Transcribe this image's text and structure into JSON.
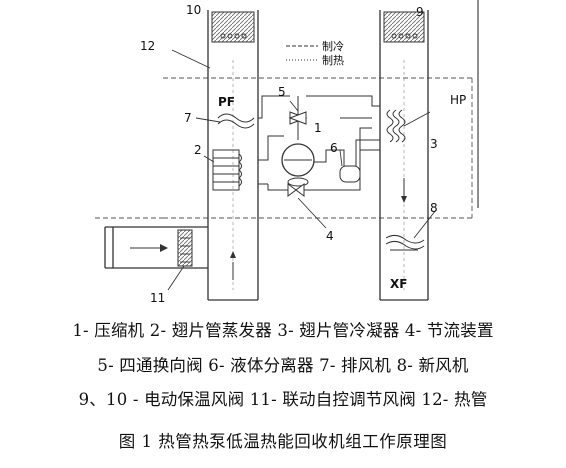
{
  "diagram": {
    "labels": {
      "n1": "1",
      "n2": "2",
      "n3": "3",
      "n4": "4",
      "n5": "5",
      "n6": "6",
      "n7": "7",
      "n8": "8",
      "n9": "9",
      "n10": "10",
      "n11": "11",
      "n12": "12",
      "pf": "PF",
      "hp": "HP",
      "xf": "XF"
    },
    "key": {
      "cooling": "制冷",
      "heating": "制热"
    }
  },
  "legend": {
    "line1": "1- 压缩机 2- 翅片管蒸发器 3- 翅片管冷凝器 4- 节流装置",
    "line2": "5- 四通换向阀 6- 液体分离器 7- 排风机 8- 新风机",
    "line3": "9、10 - 电动保温风阀 11- 联动自控调节风阀 12- 热管"
  },
  "caption": "图 1  热管热泵低温热能回收机组工作原理图"
}
